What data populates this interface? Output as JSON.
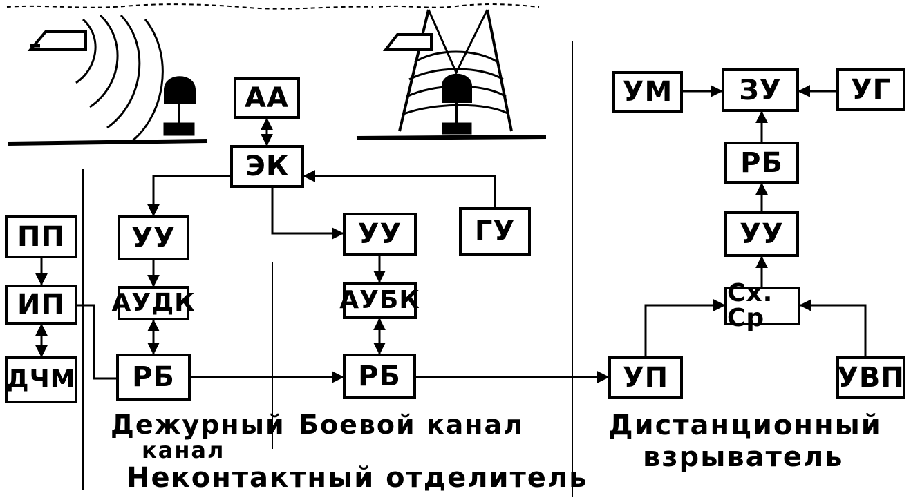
{
  "blocks": {
    "aa": "АА",
    "ek": "ЭК",
    "uu_duty": "УУ",
    "uu_combat": "УУ",
    "gu": "ГУ",
    "pp": "ПП",
    "ip": "ИП",
    "dchm": "ДЧМ",
    "audk": "АУДК",
    "aubk": "АУБК",
    "rb_duty": "РБ",
    "rb_combat": "РБ",
    "um": "УМ",
    "zu": "ЗУ",
    "ug": "УГ",
    "rb_fuze": "РБ",
    "uu_fuze": "УУ",
    "sx_sr": "Сх. Ср",
    "up": "УП",
    "uvp": "УВП"
  },
  "labels": {
    "duty_channel_line1": "Дежурный",
    "duty_channel_line2": "канал",
    "combat_channel": "Боевой канал",
    "non_contact_separator": "Неконтактный отделитель",
    "remote_fuze_line1": "Дистанционный",
    "remote_fuze_line2": "взрыватель"
  }
}
